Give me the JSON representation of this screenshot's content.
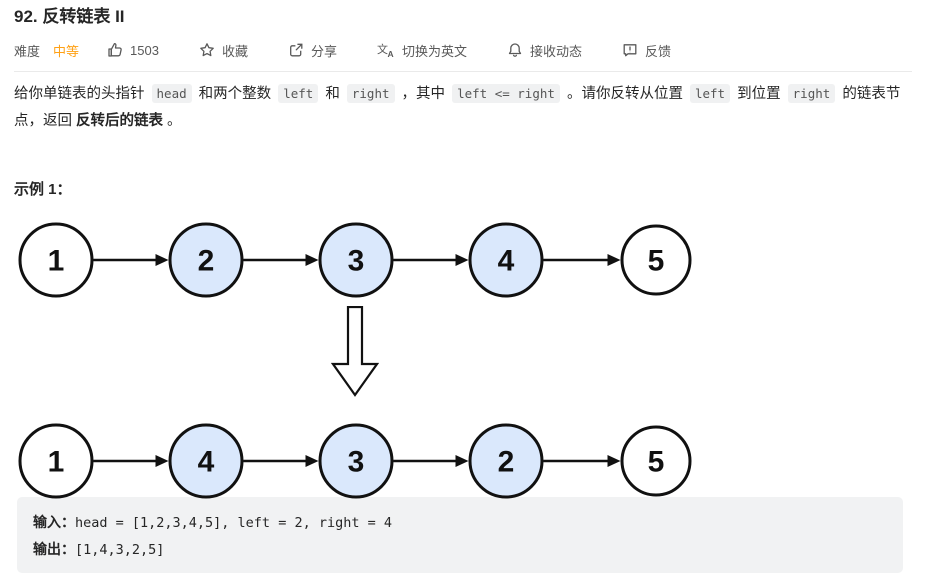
{
  "header": {
    "title": "92. 反转链表 II"
  },
  "toolbar": {
    "difficulty_label": "难度",
    "difficulty_value": "中等",
    "difficulty_color": "#ffa116",
    "likes": "1503",
    "favorite_label": "收藏",
    "share_label": "分享",
    "translate_label": "切换为英文",
    "subscribe_label": "接收动态",
    "feedback_label": "反馈"
  },
  "description": {
    "segments": [
      {
        "type": "text",
        "text": "给你单链表的头指针 "
      },
      {
        "type": "code",
        "text": "head"
      },
      {
        "type": "text",
        "text": " 和两个整数 "
      },
      {
        "type": "code",
        "text": "left"
      },
      {
        "type": "text",
        "text": " 和 "
      },
      {
        "type": "code",
        "text": "right"
      },
      {
        "type": "text",
        "text": " ，其中 "
      },
      {
        "type": "code",
        "text": "left <= right"
      },
      {
        "type": "text",
        "text": " 。请你反转从位置 "
      },
      {
        "type": "code",
        "text": "left"
      },
      {
        "type": "text",
        "text": " 到位置 "
      },
      {
        "type": "code",
        "text": "right"
      },
      {
        "type": "text",
        "text": " 的链表节点，返回 "
      },
      {
        "type": "bold",
        "text": "反转后的链表"
      },
      {
        "type": "text",
        "text": " 。"
      }
    ]
  },
  "example": {
    "label": "示例 1：",
    "node_fill": "#dae8fc",
    "node_stroke": "#111111",
    "before": {
      "values": [
        "1",
        "2",
        "3",
        "4",
        "5"
      ],
      "highlighted": [
        false,
        true,
        true,
        true,
        false
      ]
    },
    "after": {
      "values": [
        "1",
        "4",
        "3",
        "2",
        "5"
      ],
      "highlighted": [
        false,
        true,
        true,
        true,
        false
      ]
    },
    "input_label": "输入：",
    "input_code": "head = [1,2,3,4,5], left = 2, right = 4",
    "output_label": "输出：",
    "output_code": "[1,4,3,2,5]"
  }
}
